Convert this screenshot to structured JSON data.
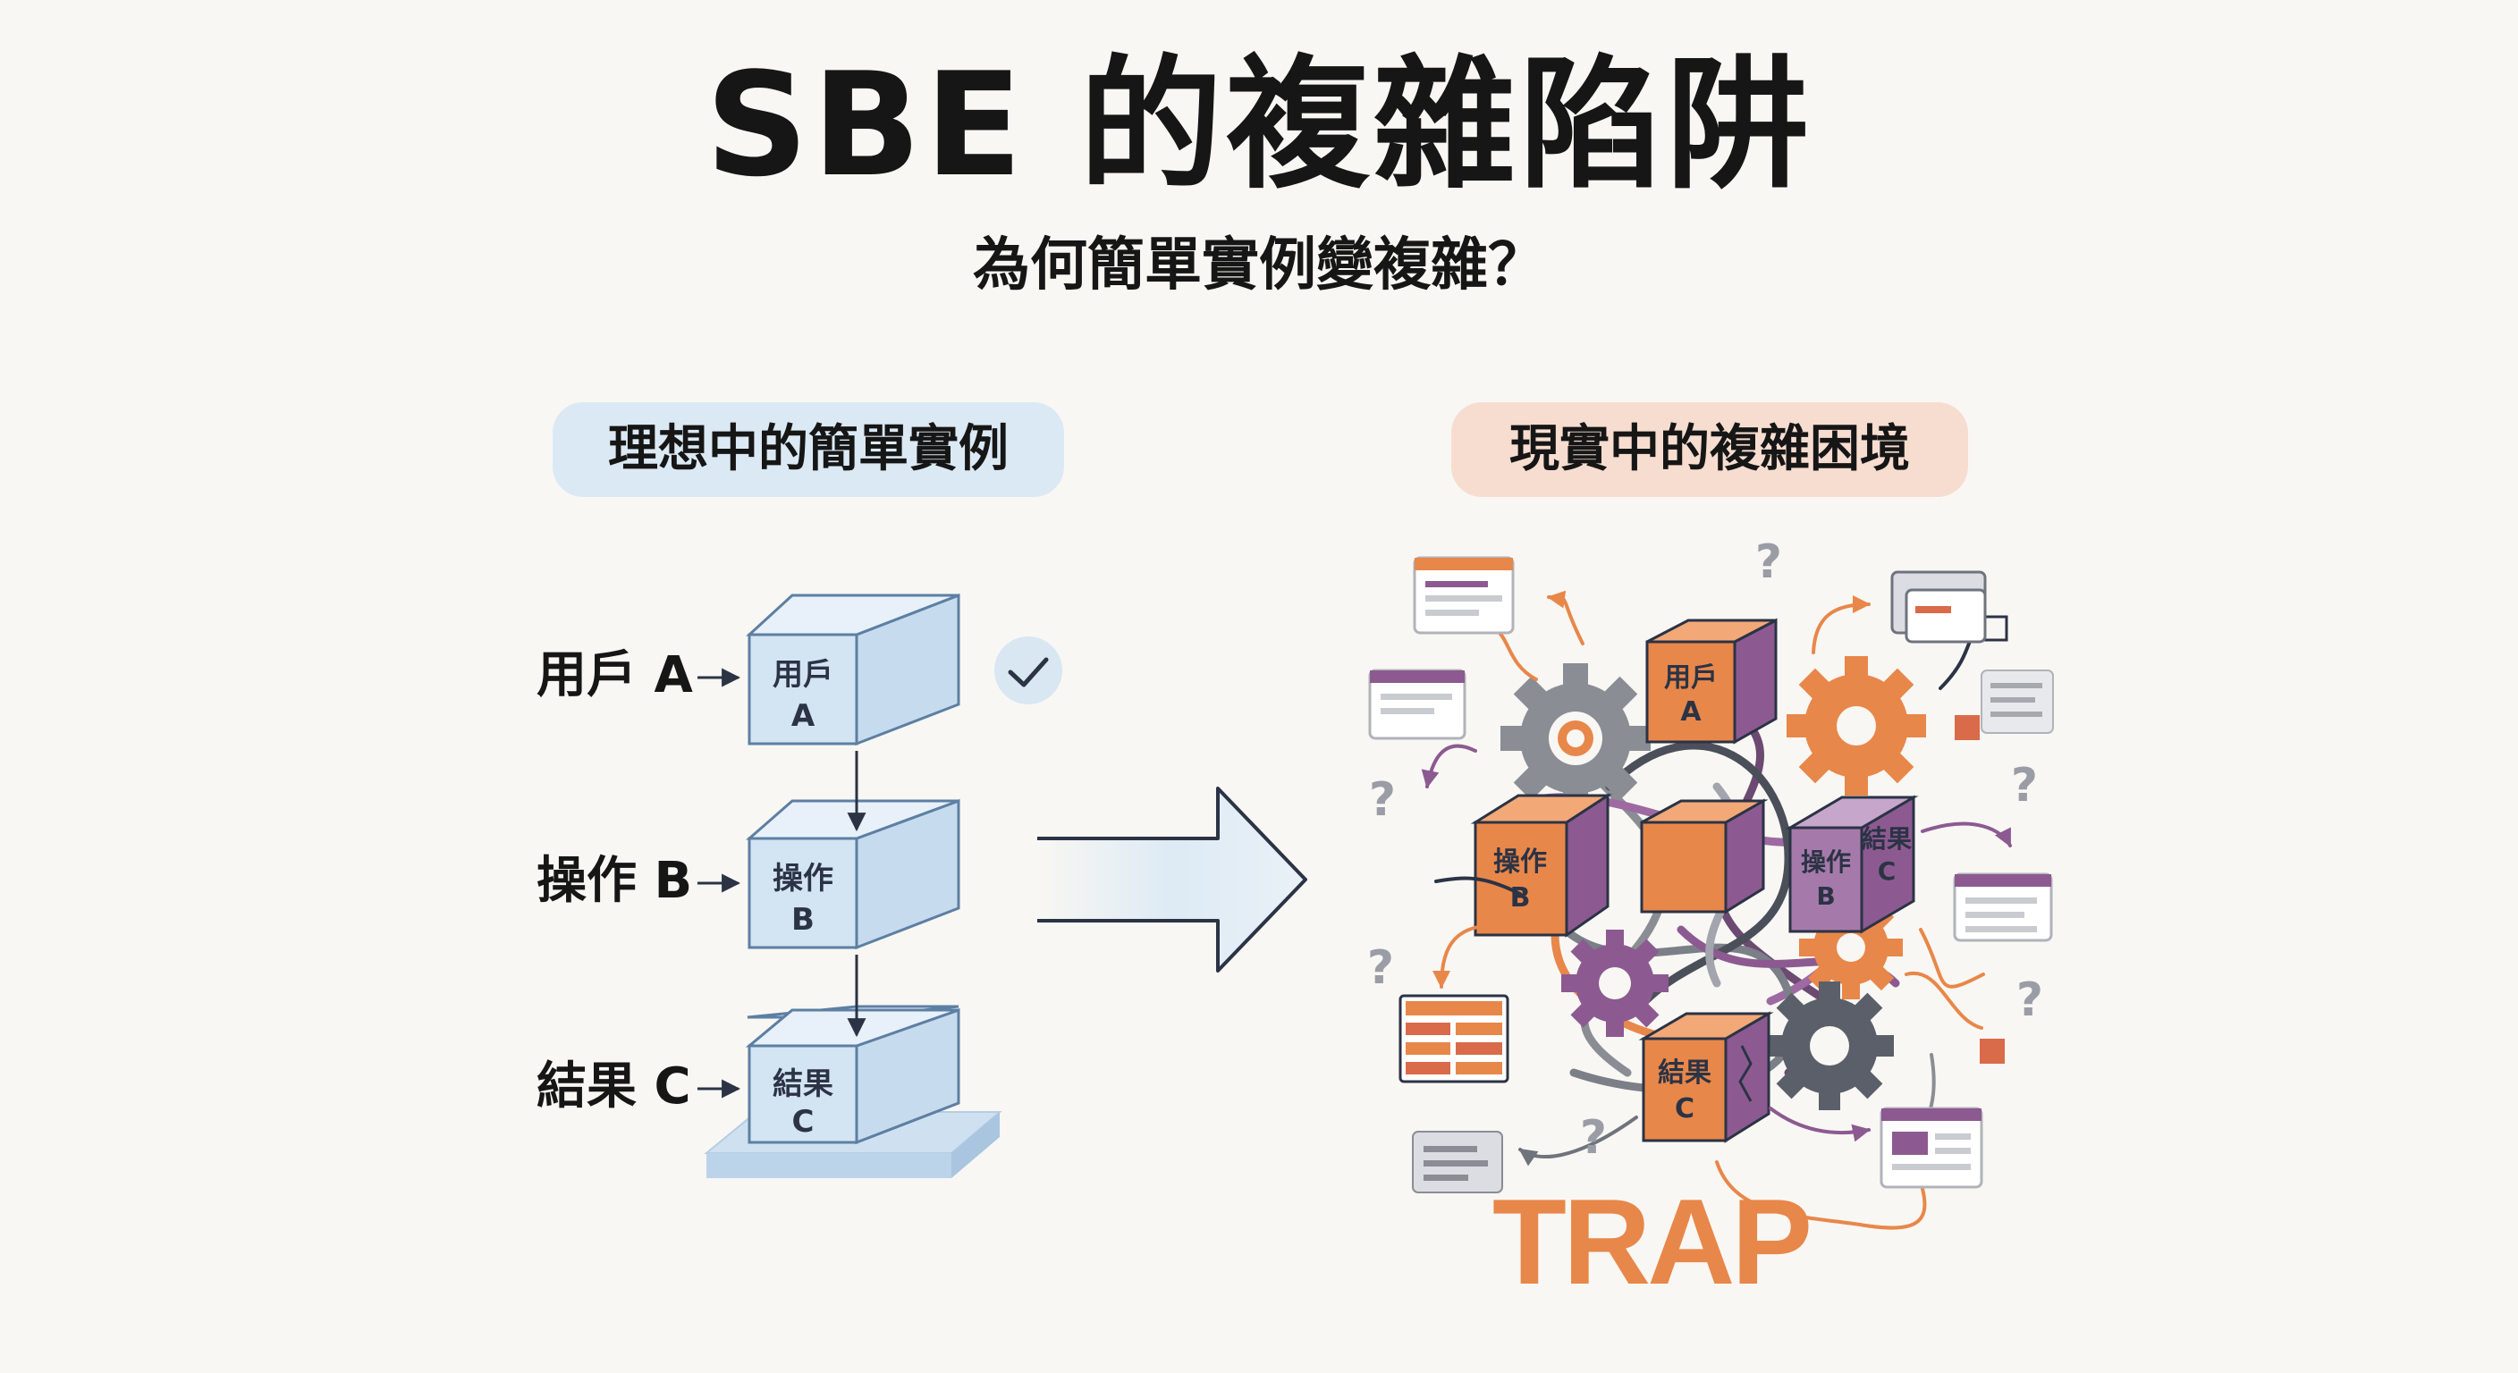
{
  "header": {
    "title": "SBE 的複雜陷阱",
    "subtitle": "為何簡單實例變複雜？"
  },
  "left_panel": {
    "heading": "理想中的簡單實例",
    "rows": [
      {
        "label": "用戶 A",
        "box_line1": "用戶",
        "box_line2": "A"
      },
      {
        "label": "操作 B",
        "box_line1": "操作",
        "box_line2": "B"
      },
      {
        "label": "結果 C",
        "box_line1": "結果",
        "box_line2": "C"
      }
    ]
  },
  "right_panel": {
    "heading": "現實中的複雜困境",
    "cube_user": {
      "line1": "用戶",
      "line2": "A"
    },
    "cube_op": {
      "line1": "操作",
      "line2": "B"
    },
    "cube_op2": {
      "line1": "操作",
      "line2": "B"
    },
    "cube_result": {
      "line1": "結果",
      "line2": "C"
    },
    "cube_result2": {
      "line1": "結果",
      "line2": "C"
    },
    "question_mark": "?",
    "trap_text": "TRAP"
  },
  "colors": {
    "accent_blue": "#dbe9f4",
    "accent_peach": "#f7ddd0",
    "orange": "#e8874a",
    "purple": "#8c5a91",
    "gray": "#8a8d94"
  }
}
